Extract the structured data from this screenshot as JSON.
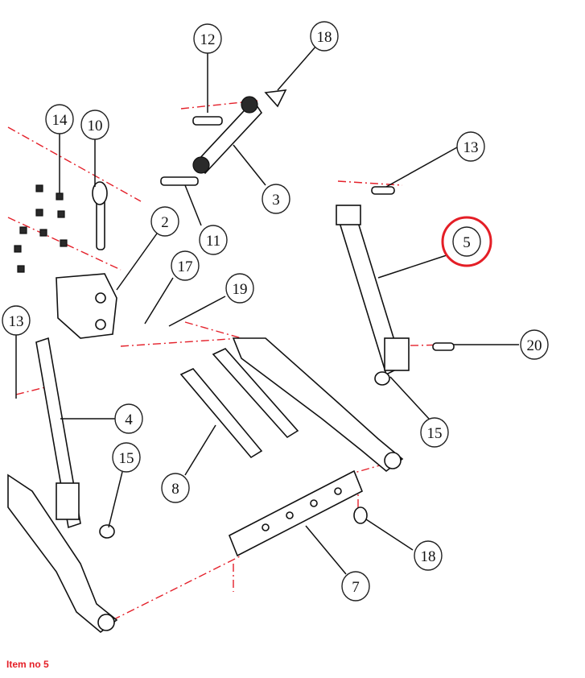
{
  "callouts": [
    {
      "id": "c-12",
      "label": "12"
    },
    {
      "id": "c-18a",
      "label": "18"
    },
    {
      "id": "c-14",
      "label": "14"
    },
    {
      "id": "c-10",
      "label": "10"
    },
    {
      "id": "c-13a",
      "label": "13"
    },
    {
      "id": "c-3",
      "label": "3"
    },
    {
      "id": "c-2",
      "label": "2"
    },
    {
      "id": "c-11",
      "label": "11"
    },
    {
      "id": "c-5",
      "label": "5"
    },
    {
      "id": "c-17",
      "label": "17"
    },
    {
      "id": "c-19",
      "label": "19"
    },
    {
      "id": "c-13b",
      "label": "13"
    },
    {
      "id": "c-20",
      "label": "20"
    },
    {
      "id": "c-4",
      "label": "4"
    },
    {
      "id": "c-15a",
      "label": "15"
    },
    {
      "id": "c-15b",
      "label": "15"
    },
    {
      "id": "c-8",
      "label": "8"
    },
    {
      "id": "c-18b",
      "label": "18"
    },
    {
      "id": "c-7",
      "label": "7"
    }
  ],
  "highlighted_item": "5",
  "caption": "Item no 5",
  "colors": {
    "highlight": "#e41e26",
    "leader": "#111111",
    "centerline": "#e4202a"
  }
}
